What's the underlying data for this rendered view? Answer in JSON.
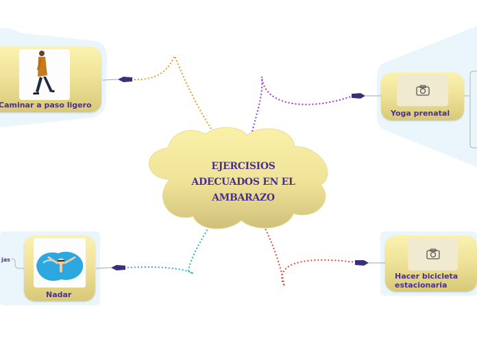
{
  "central": {
    "lines": [
      "EJERCISIOS",
      "ADECUADOS EN EL",
      "AMBARAZO"
    ]
  },
  "branches": {
    "caminar": {
      "label": "Caminar a paso ligero",
      "icon": "walking-woman-image",
      "color": "#e89a1d"
    },
    "yoga": {
      "label": "Yoga prenatal",
      "icon": "camera-icon",
      "color": "#9b30e0"
    },
    "nadar": {
      "label": "Nadar",
      "icon": "swimmer-image",
      "color": "#2ea8d8",
      "side_label": "jas"
    },
    "bicicleta": {
      "label_line1": "Hacer bicicleta",
      "label_line2": "estacionaria",
      "icon": "camera-icon",
      "color": "#e0483a"
    }
  },
  "colors": {
    "cloud": "#efe398",
    "node": "#f0e39a",
    "text": "#4b2f8f",
    "panel": "#e6f4fb",
    "arrow": "#3a2f7a"
  }
}
